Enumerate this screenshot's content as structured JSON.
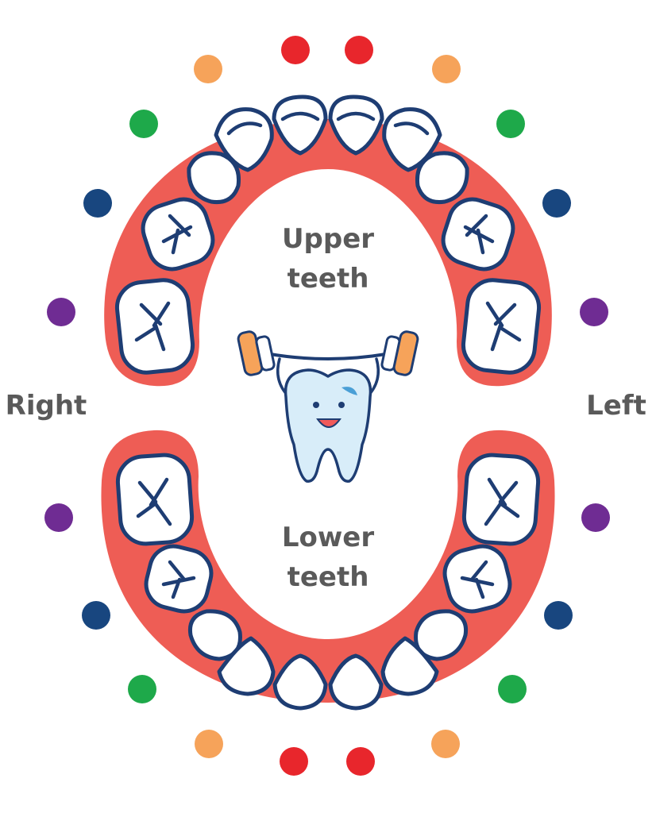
{
  "labels": {
    "upper_line1": "Upper",
    "upper_line2": "teeth",
    "lower_line1": "Lower",
    "lower_line2": "teeth",
    "right": "Right",
    "left": "Left"
  },
  "colors": {
    "gum": "#ee5d55",
    "tooth_outline": "#1e3d73",
    "tooth_fill": "#ffffff",
    "label": "#5a5a5a",
    "dot_red": "#e8262c",
    "dot_orange": "#f6a35a",
    "dot_green": "#1ea94a",
    "dot_navy": "#18467f",
    "dot_purple": "#6f2c93",
    "mascot_blue": "#4a9fd6",
    "mascot_light": "#d8edf9",
    "mascot_orange": "#f6a35a",
    "mascot_mouth": "#f15a5a"
  },
  "icons": {
    "mascot": "tooth-mascot-lifting-barbell-icon"
  }
}
